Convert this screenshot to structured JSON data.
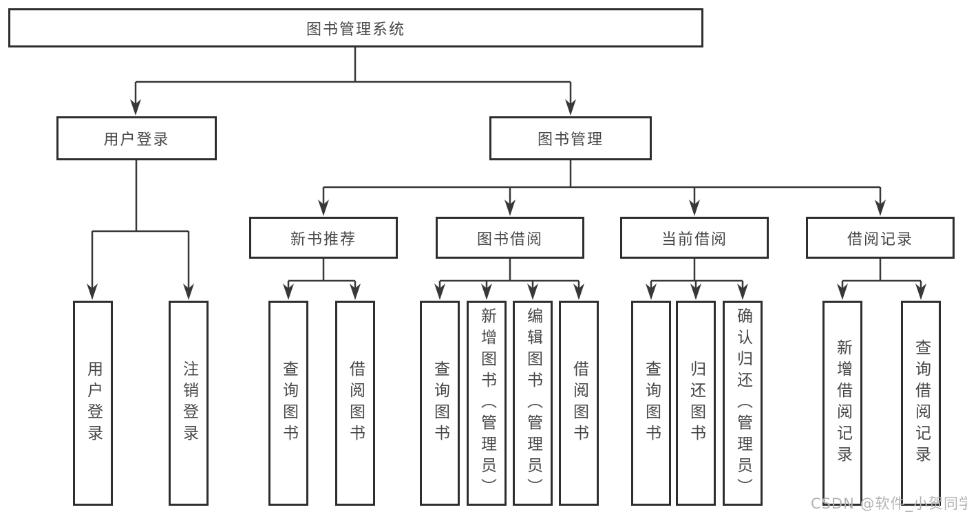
{
  "colors": {
    "background": "#ffffff",
    "line": "#383838",
    "box_border": "#2e2e2e",
    "box_fill": "#ffffff",
    "text": "#474747",
    "watermark": "#b3b3b3"
  },
  "diagram": {
    "root": {
      "label": "图书管理系统"
    },
    "level2": [
      {
        "label": "用户登录"
      },
      {
        "label": "图书管理"
      }
    ],
    "level3": [
      {
        "label": "新书推荐"
      },
      {
        "label": "图书借阅"
      },
      {
        "label": "当前借阅"
      },
      {
        "label": "借阅记录"
      }
    ],
    "leaves": {
      "user_login": [
        "用户登录",
        "注销登录"
      ],
      "new_book_recommend": [
        "查询图书",
        "借阅图书"
      ],
      "book_borrow": [
        "查询图书",
        "新增图书（管理员）",
        "编辑图书（管理员）",
        "借阅图书"
      ],
      "current_borrow": [
        "查询图书",
        "归还图书",
        "确认归还（管理员）"
      ],
      "borrow_records": [
        "新增借阅记录",
        "查询借阅记录"
      ]
    }
  },
  "watermark": {
    "text": "CSDN @软件_小贺同学"
  }
}
